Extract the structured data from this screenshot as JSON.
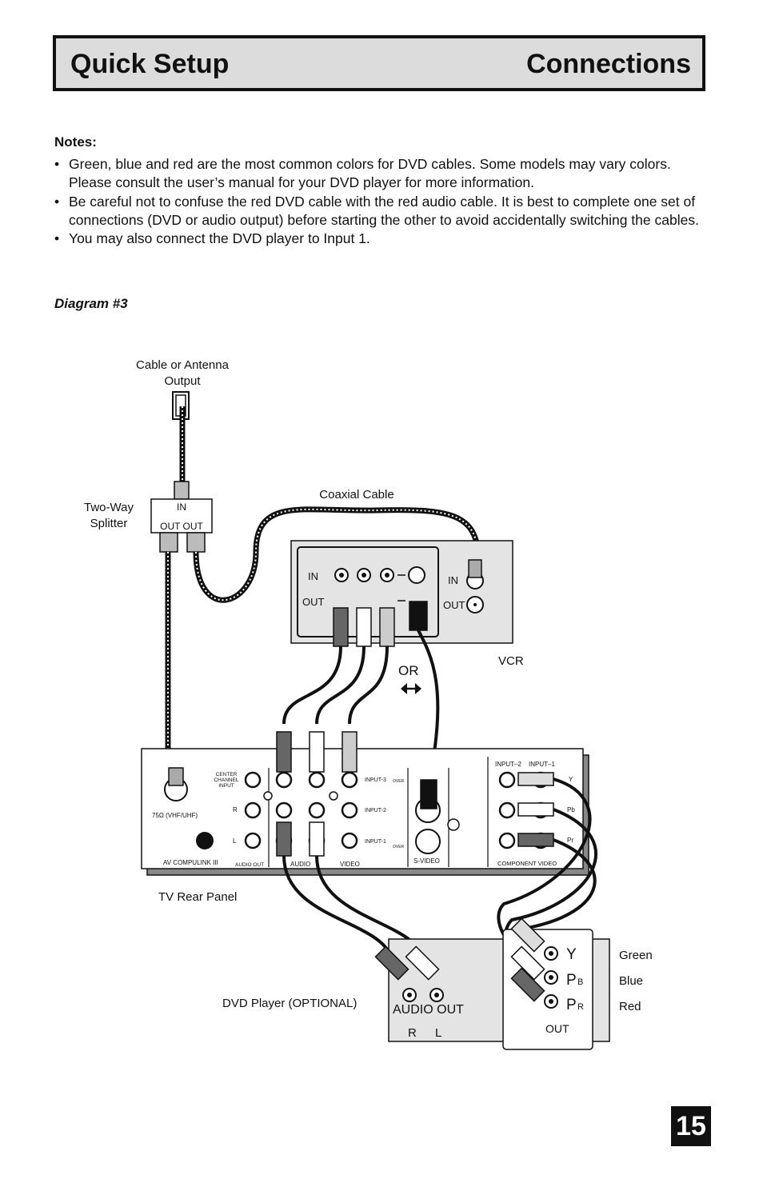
{
  "header": {
    "left_title": "Quick Setup",
    "right_title": "Connections"
  },
  "notes": {
    "title": "Notes:",
    "items": [
      "Green, blue and red are the most common colors for DVD cables. Some models may vary colors. Please consult the user’s manual for your DVD player for more information.",
      "Be careful not to confuse the red DVD cable with the red audio cable. It is best to complete one set of connections (DVD or audio output) before starting the other to avoid accidentally switching the cables.",
      "You may also connect the DVD player to Input 1."
    ]
  },
  "diagram": {
    "title": "Diagram #3",
    "labels": {
      "cable_antenna": [
        "Cable or Antenna",
        "Output"
      ],
      "two_way_splitter": [
        "Two-Way",
        "Splitter"
      ],
      "splitter_in": "IN",
      "splitter_out": "OUT OUT",
      "coaxial_cable": "Coaxial Cable",
      "vcr": "VCR",
      "vcr_in": "IN",
      "vcr_out": "OUT",
      "vcr_rf_in": "IN",
      "vcr_rf_out": "OUT",
      "or": "OR",
      "tv_rear_panel": "TV Rear Panel",
      "dvd_player": "DVD Player (OPTIONAL)",
      "audio_out": "AUDIO OUT",
      "r": "R",
      "l": "L",
      "y": "Y",
      "pb": "P",
      "pb_sub": "B",
      "pr": "P",
      "pr_sub": "R",
      "out": "OUT",
      "green": "Green",
      "blue": "Blue",
      "red": "Red",
      "tv_center_channel": [
        "CENTER",
        "CHANNEL",
        "INPUT"
      ],
      "tv_75": "75Ω (VHF/UHF)",
      "tv_r": "R",
      "tv_l": "L",
      "tv_av_compulink": "AV COMPULINK III",
      "tv_audio_out": "AUDIO OUT",
      "tv_audio": "AUDIO",
      "tv_video": "VIDEO",
      "tv_input3": "INPUT-3",
      "tv_input2": "INPUT-2",
      "tv_input1": "INPUT-1",
      "tv_over": "OVER",
      "tv_svideo": "S-VIDEO",
      "tv_input_2_comp": "INPUT–2",
      "tv_input_1_comp": "INPUT–1",
      "tv_y": "Y",
      "tv_pb": "Pb",
      "tv_pr": "Pr",
      "tv_component_video": "COMPONENT VIDEO"
    }
  },
  "page_number": "15"
}
